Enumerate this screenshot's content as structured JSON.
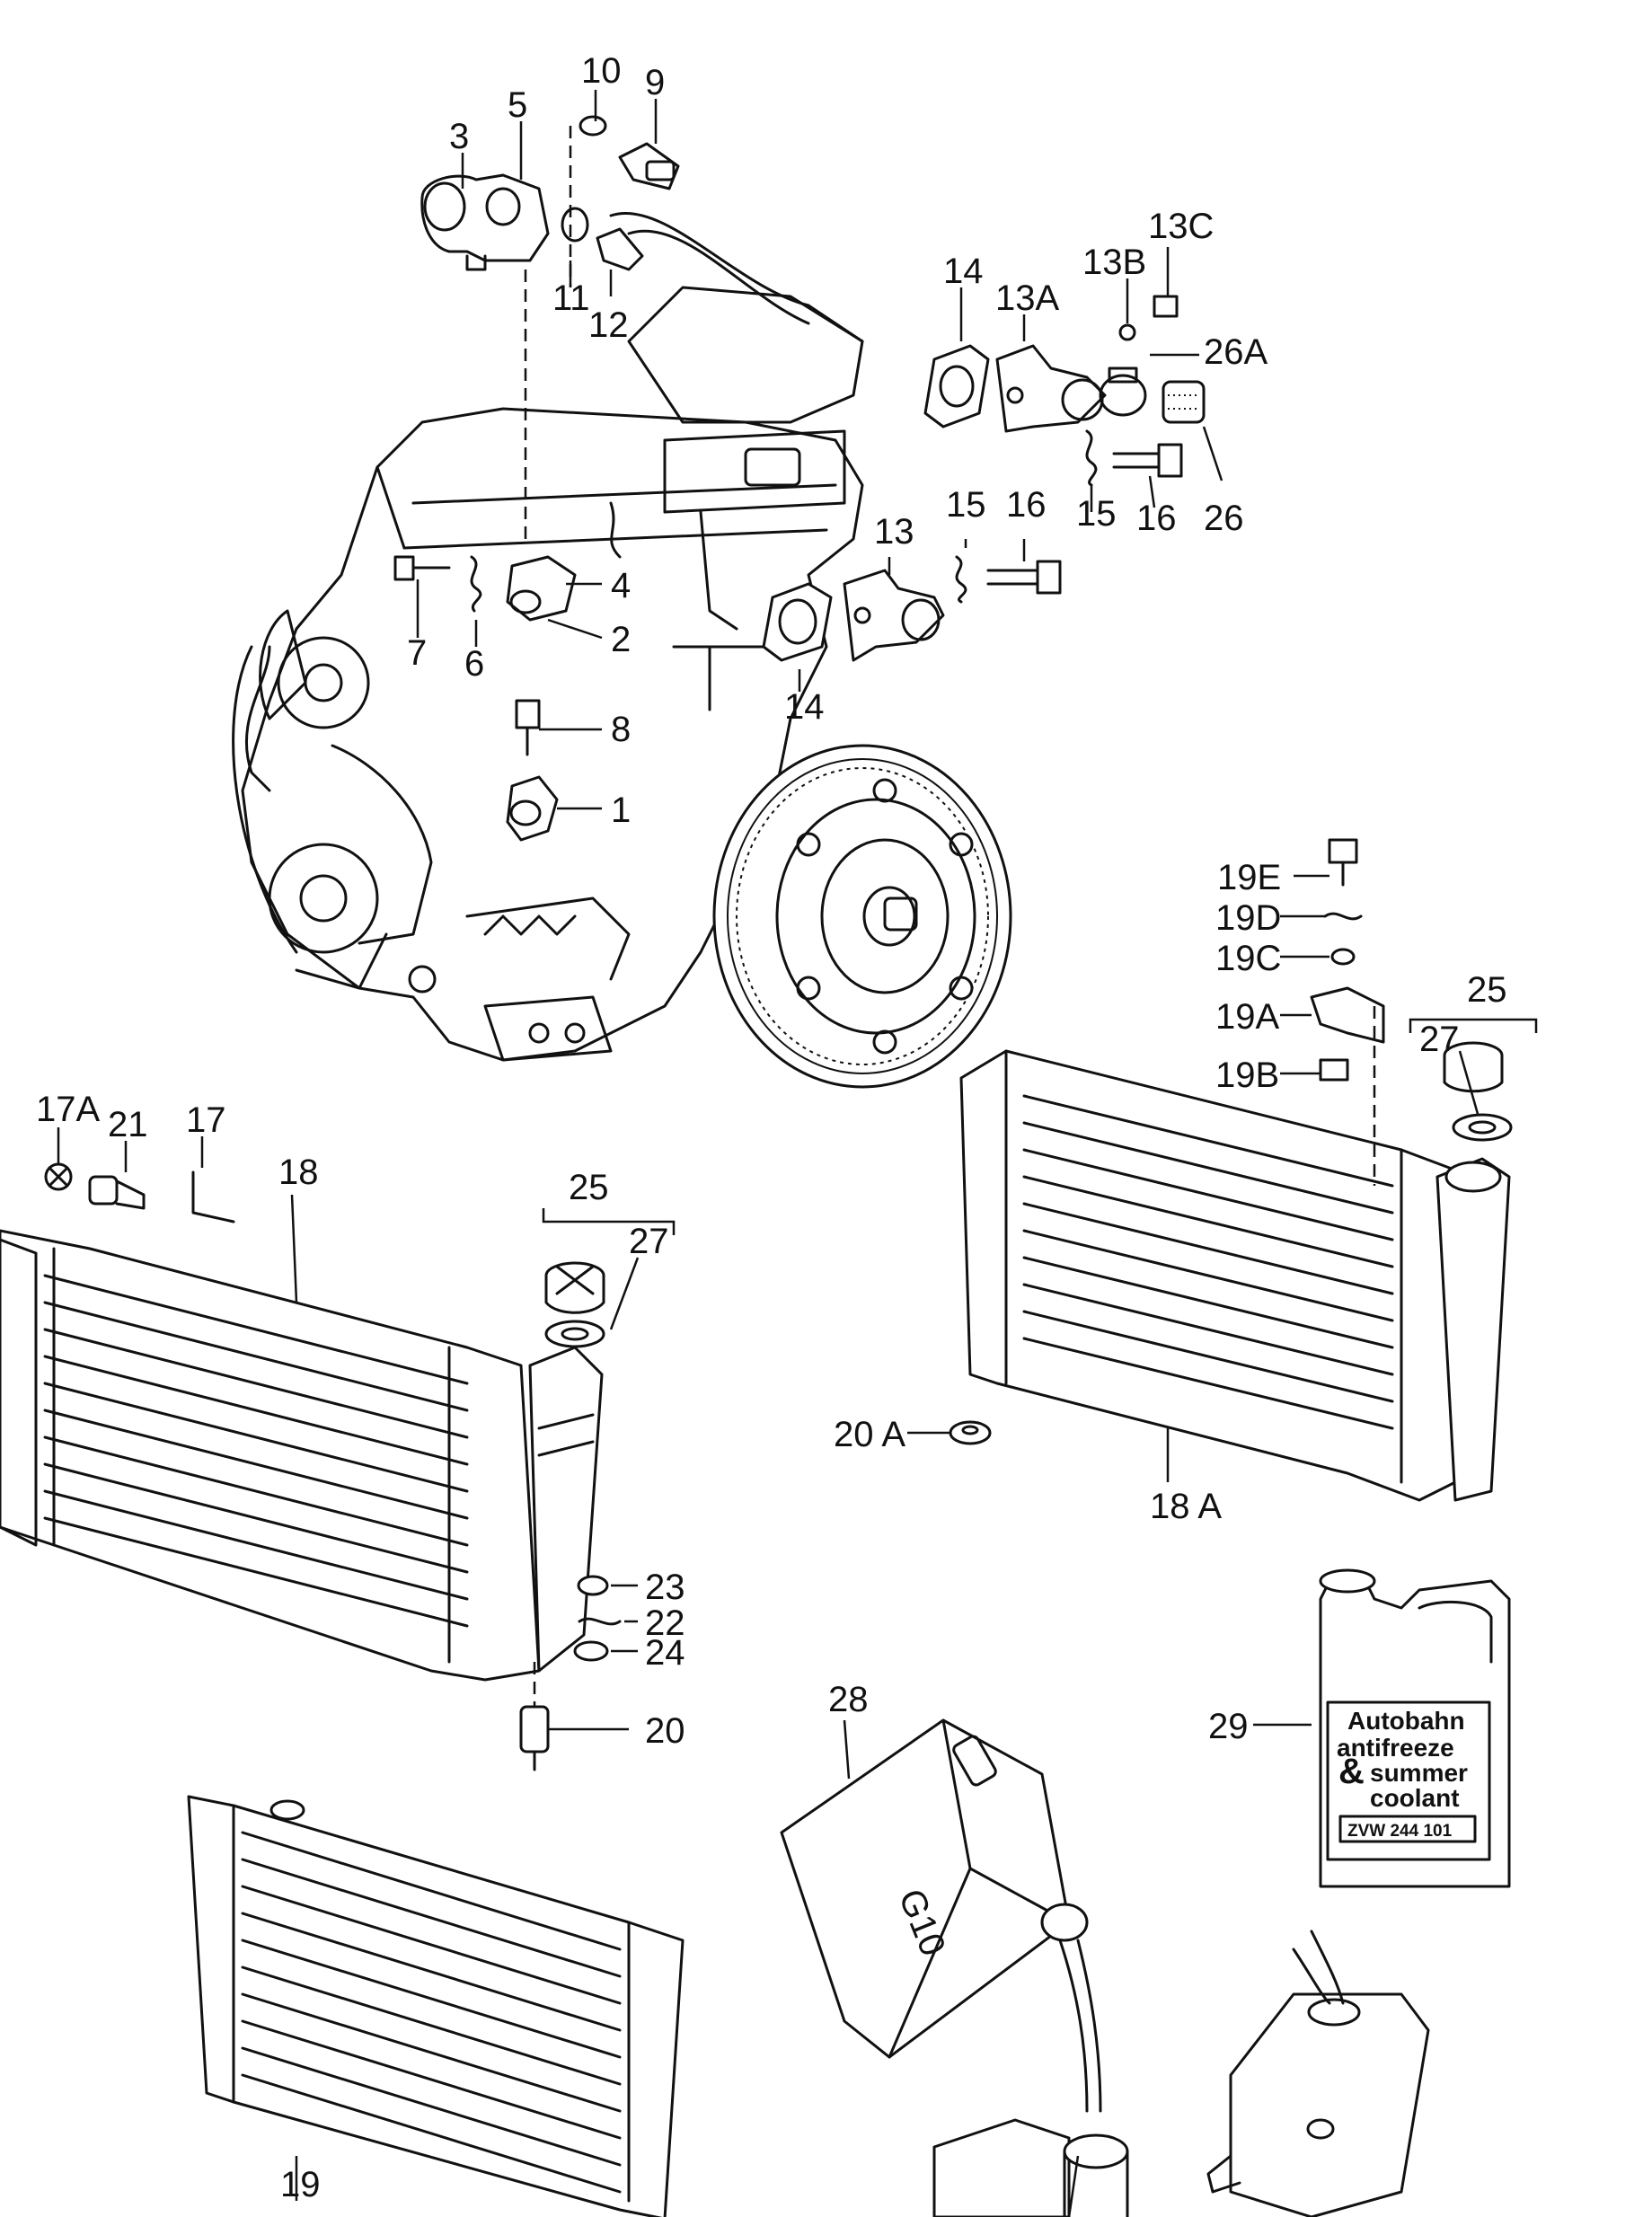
{
  "callouts": {
    "c1": "1",
    "c2": "2",
    "c3": "3",
    "c4": "4",
    "c5": "5",
    "c6": "6",
    "c7": "7",
    "c8": "8",
    "c9": "9",
    "c10": "10",
    "c11": "11",
    "c12": "12",
    "c13": "13",
    "c13a": "13A",
    "c13b": "13B",
    "c13c": "13C",
    "c14a": "14",
    "c14b": "14",
    "c15a": "15",
    "c15b": "15",
    "c16a": "16",
    "c16b": "16",
    "c17": "17",
    "c17a": "17A",
    "c18": "18",
    "c18a": "18 A",
    "c19": "19",
    "c19a": "19A",
    "c19b": "19B",
    "c19c": "19C",
    "c19d": "19D",
    "c19e": "19E",
    "c20": "20",
    "c20a": "20 A",
    "c21": "21",
    "c22": "22",
    "c23": "23",
    "c24": "24",
    "c25a": "25",
    "c25b": "25",
    "c26": "26",
    "c26a": "26A",
    "c27a": "27",
    "c27b": "27",
    "c28": "28",
    "c29": "29"
  },
  "canister": {
    "label": "G10"
  },
  "bottle": {
    "line1": "Autobahn",
    "line2": "antifreeze",
    "line3": "summer",
    "line4": "coolant",
    "ampersand": "&",
    "part_number": "ZVW 244 101"
  }
}
